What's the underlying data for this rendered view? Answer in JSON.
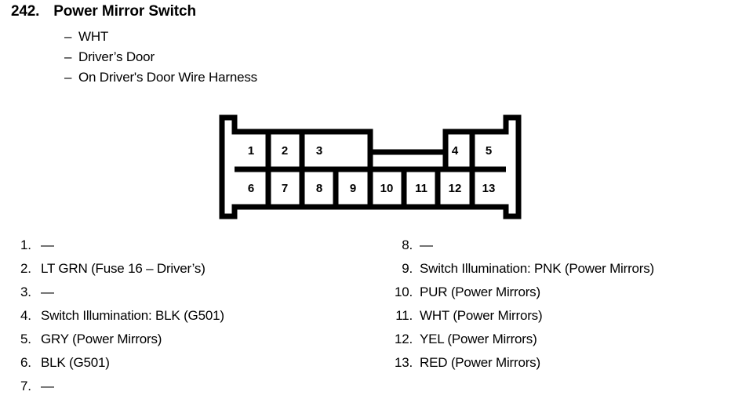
{
  "header": {
    "number": "242.",
    "title": "Power Mirror Switch",
    "dash": "–",
    "sublines": [
      "WHT",
      "Driver’s Door",
      "On Driver's Door Wire Harness"
    ]
  },
  "connector": {
    "top_row": [
      "1",
      "2",
      "3",
      "4",
      "5"
    ],
    "bottom_row": [
      "6",
      "7",
      "8",
      "9",
      "10",
      "11",
      "12",
      "13"
    ]
  },
  "legend": {
    "left": [
      {
        "num": "1.",
        "desc": "—"
      },
      {
        "num": "2.",
        "desc": "LT GRN (Fuse 16 – Driver’s)"
      },
      {
        "num": "3.",
        "desc": "—"
      },
      {
        "num": "4.",
        "desc": "Switch Illumination: BLK (G501)"
      },
      {
        "num": "5.",
        "desc": "GRY (Power Mirrors)"
      },
      {
        "num": "6.",
        "desc": "BLK (G501)"
      },
      {
        "num": "7.",
        "desc": "—"
      }
    ],
    "right": [
      {
        "num": "8.",
        "desc": "—"
      },
      {
        "num": "9.",
        "desc": "Switch Illumination: PNK (Power Mirrors)"
      },
      {
        "num": "10.",
        "desc": "PUR (Power Mirrors)"
      },
      {
        "num": "11.",
        "desc": "WHT (Power Mirrors)"
      },
      {
        "num": "12.",
        "desc": "YEL (Power Mirrors)"
      },
      {
        "num": "13.",
        "desc": "RED (Power Mirrors)"
      }
    ]
  },
  "colors": {
    "ink": "#000000",
    "paper": "#ffffff"
  }
}
